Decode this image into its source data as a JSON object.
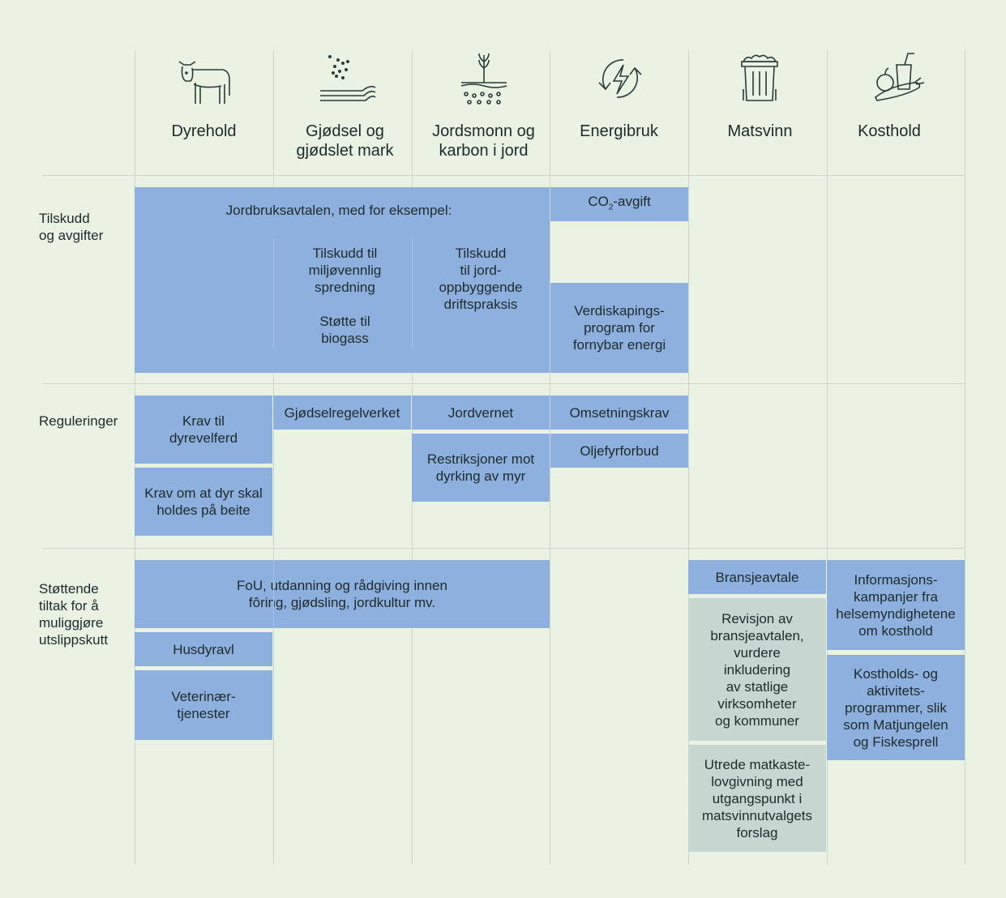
{
  "columns": [
    {
      "label": "Dyrehold",
      "icon": "cow-icon"
    },
    {
      "label": "Gjødsel og\ngjødslet mark",
      "icon": "fertilizer-field-icon"
    },
    {
      "label": "Jordsmonn og\nkarbon i jord",
      "icon": "soil-plant-icon"
    },
    {
      "label": "Energibruk",
      "icon": "energy-cycle-icon"
    },
    {
      "label": "Matsvinn",
      "icon": "food-waste-bin-icon"
    },
    {
      "label": "Kosthold",
      "icon": "food-basket-icon"
    }
  ],
  "rows": {
    "r1": "Tilskudd\nog avgifter",
    "r2": "Reguleringer",
    "r3": "Støttende\ntiltak for å\nmuliggjøre\nutslippskutt"
  },
  "boxes": {
    "jordbruksavtalen": "Jordbruksavtalen, med for eksempel:",
    "tilskudd_miljo": "Tilskudd til\nmiljøvennlig\nspredning\n\nStøtte til\nbiogass",
    "tilskudd_jord": "Tilskudd\ntil jord-\noppbyggende\ndriftspraksis",
    "co2_main": "CO",
    "co2_sub": "2",
    "co2_rest": "-avgift",
    "verdiskaping": "Verdiskapings-\nprogram for\nfornybar energi",
    "krav_dyrevelferd": "Krav til\ndyrevelferd",
    "krav_beite": "Krav om at dyr skal\nholdes på beite",
    "gjodselregelverket": "Gjødselregelverket",
    "jordvernet": "Jordvernet",
    "restriksjoner": "Restriksjoner mot\ndyrking av myr",
    "omsetningskrav": "Omsetningskrav",
    "oljefyrforbud": "Oljefyrforbud",
    "fou": "FoU, utdanning og rådgiving innen\nfôring, gjødsling, jordkultur mv.",
    "husdyravl": "Husdyravl",
    "veterinaer": "Veterinær-\ntjenester",
    "bransjeavtale": "Bransjeavtale",
    "revisjon": "Revisjon av\nbransjeavtalen,\nvurdere\ninkludering\nav statlige\nvirksomheter\nog kommuner",
    "utrede": "Utrede matkaste-\nlovgivning med\nutgangspunkt i\nmatsvinnutvalgets\nforslag",
    "informasjon": "Informasjons-\nkampanjer fra\nhelsemyndighetene\nom kosthold",
    "kostholds": "Kostholds- og\naktivitets-\nprogrammer, slik\nsom Matjungelen\nog Fiskesprell"
  },
  "colors": {
    "background": "#eaf2e4",
    "blue_box": "#8db0de",
    "grey_box": "#c8d6d1",
    "lines": "#cdd6ca"
  }
}
